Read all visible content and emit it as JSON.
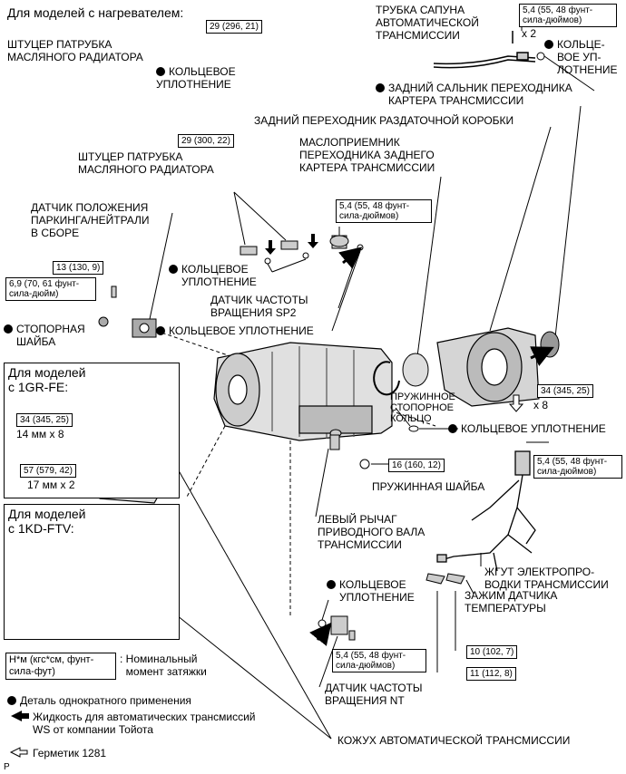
{
  "header": {
    "heater_models": "Для моделей с нагревателем:",
    "torque_heater": "29 (296, 21)",
    "oil_cooler_fitting_1": "ШТУЦЕР ПАТРУБКА\nМАСЛЯНОГО РАДИАТОРА",
    "o_ring_1": "КОЛЬЦЕВОЕ\nУПЛОТНЕНИЕ",
    "breather_tube": "ТРУБКА САПУНА\nАВТОМАТИЧЕСКОЙ\nТРАНСМИССИИ",
    "torque_breather": "5,4 (55, 48 фунт-\nсила-дюймов)",
    "x2_breather": "x 2",
    "o_ring_2": "КОЛЬЦЕ-\nВОЕ УП-\nЛОТНЕНИЕ",
    "rear_seal": "ЗАДНИЙ САЛЬНИК ПЕРЕХОДНИКА\nКАРТЕРА ТРАНСМИССИИ",
    "rear_adapter": "ЗАДНИЙ ПЕРЕХОДНИК РАЗДАТОЧНОЙ КОРОБКИ",
    "oil_receiver": "МАСЛОПРИЕМНИК\nПЕРЕХОДНИКА ЗАДНЕГО\nКАРТЕРА ТРАНСМИССИИ"
  },
  "middle": {
    "oil_cooler_fitting_2": "ШТУЦЕР ПАТРУБКА\nМАСЛЯНОГО РАДИАТОРА",
    "torque_fitting2": "29 (300, 22)",
    "park_neutral": "ДАТЧИК ПОЛОЖЕНИЯ\nПАРКИНГА/НЕЙТРАЛИ\nВ СБОРЕ",
    "torque_sp2": "5,4 (55, 48 фунт-\nсила-дюймов)",
    "torque_13": "13 (130, 9)",
    "torque_69": "6,9 (70, 61 фунт-\nсила-дюйм)",
    "o_ring_3": "КОЛЬЦЕВОЕ\nУПЛОТНЕНИЕ",
    "sp2_sensor": "ДАТЧИК ЧАСТОТЫ\nВРАЩЕНИЯ SP2",
    "lock_washer": "СТОПОРНАЯ\nШАЙБА",
    "o_ring_4": "КОЛЬЦЕВОЕ УПЛОТНЕНИЕ",
    "snap_ring": "ПРУЖИННОЕ\nСТОПОРНОЕ\nКОЛЬЦО",
    "torque_34_rear": "34 (345, 25)",
    "x8_rear": "x 8",
    "o_ring_5": "КОЛЬЦЕВОЕ УПЛОТНЕНИЕ",
    "torque_harness": "5,4 (55, 48 фунт-\nсила-дюймов)",
    "torque_16": "16 (160, 12)",
    "spring_washer": "ПРУЖИННАЯ ШАЙБА",
    "shift_lever": "ЛЕВЫЙ РЫЧАГ\nПРИВОДНОГО ВАЛА\nТРАНСМИССИИ",
    "wire_harness": "ЖГУТ ЭЛЕКТРОПРО-\nВОДКИ ТРАНСМИССИИ",
    "temp_clamp": "ЗАЖИМ ДАТЧИКА\nТЕМПЕРАТУРЫ"
  },
  "panel_1gr": {
    "title": "Для моделей\nс 1GR-FE:",
    "torque_34": "34 (345, 25)",
    "bolt_14": "14 мм x 8",
    "torque_57": "57 (579, 42)",
    "bolt_17": "17 мм x 2"
  },
  "panel_1kd": {
    "title": "Для моделей\nс 1KD-FTV:"
  },
  "lower": {
    "o_ring_6": "КОЛЬЦЕВОЕ\nУПЛОТНЕНИЕ",
    "torque_nt": "5,4 (55, 48 фунт-\nсила-дюймов)",
    "nt_sensor": "ДАТЧИК ЧАСТОТЫ\nВРАЩЕНИЯ NT",
    "torque_10": "10 (102, 7)",
    "torque_11": "11 (112, 8)",
    "housing": "КОЖУХ АВТОМАТИЧЕСКОЙ ТРАНСМИССИИ"
  },
  "legend": {
    "torque_format": "Н*м (кгс*см, фунт-\nсила-фут)",
    "torque_desc": ": Номинальный\n  момент затяжки",
    "nonreusable": "Деталь однократного применения",
    "fluid": "Жидкость для автоматических трансмиссий\nWS от компании Тойота",
    "sealant": "Герметик 1281",
    "page_code": "P"
  },
  "colors": {
    "ink": "#000000",
    "paper": "#ffffff",
    "shade": "#bdbdbd"
  }
}
